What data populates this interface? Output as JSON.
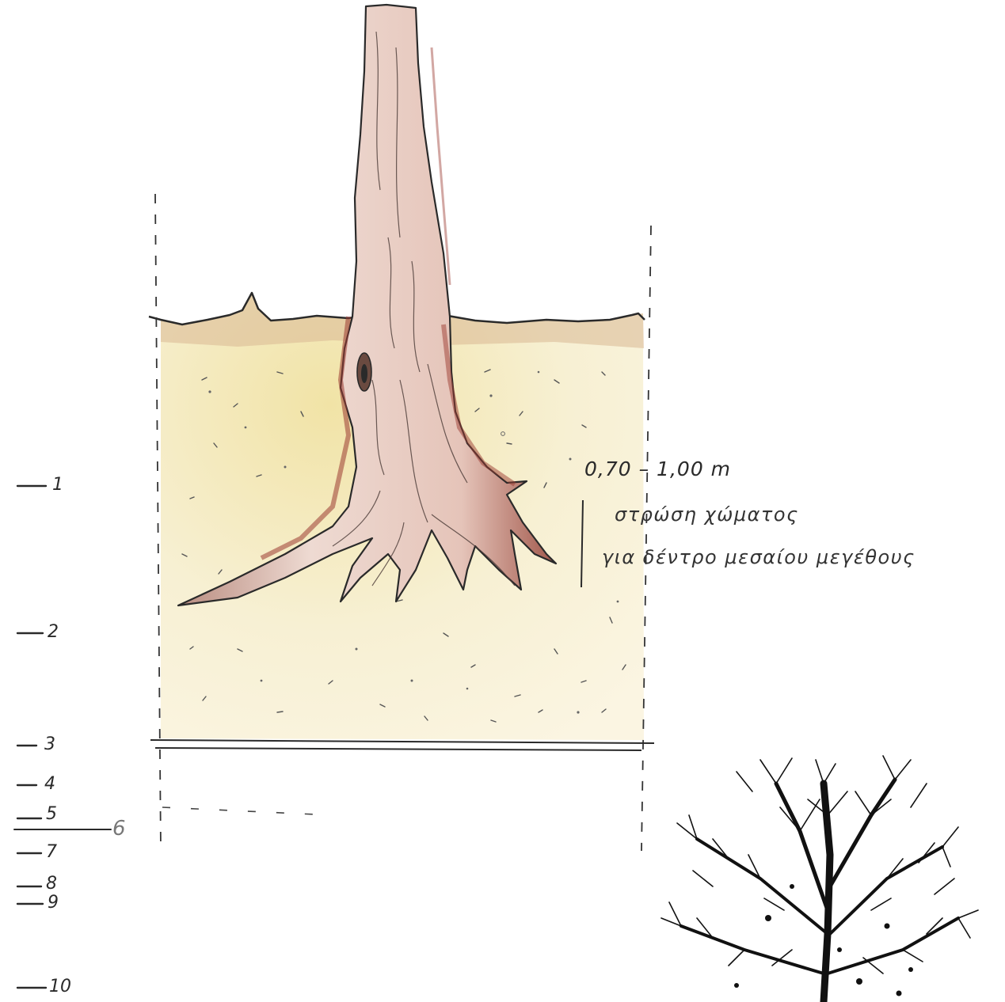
{
  "drawing": {
    "depth_label": "0,70 – 1,00 m",
    "note_line1": "στρώση χώματος",
    "note_line2": "για δέντρο μεσαίου μεγέθους",
    "colors": {
      "ink": "#2a2a2a",
      "soil_top": "#c9a37a",
      "soil_fill": "#f3e9c4",
      "trunk_red": "#9b3b32",
      "trunk_fill": "#e7cbc0",
      "tree_silhouette": "#111111"
    }
  },
  "markers": [
    {
      "label": "1"
    },
    {
      "label": "2"
    },
    {
      "label": "3"
    },
    {
      "label": "4"
    },
    {
      "label": "5"
    },
    {
      "label": "6"
    },
    {
      "label": "7"
    },
    {
      "label": "8"
    },
    {
      "label": "9"
    },
    {
      "label": "10"
    }
  ]
}
